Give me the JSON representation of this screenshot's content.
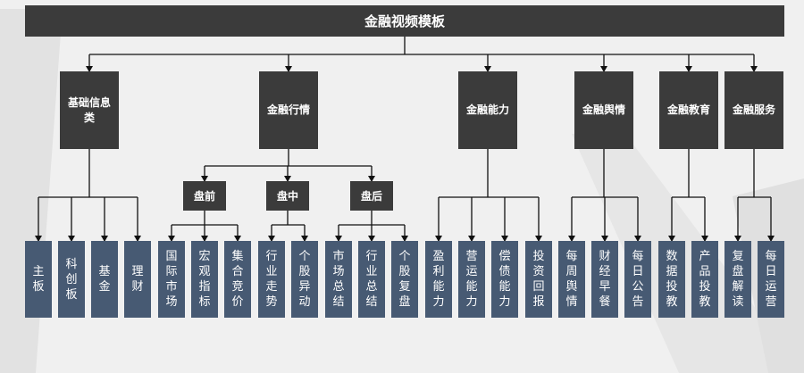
{
  "title": "金融视频模板",
  "colors": {
    "dark_box": "#3b3b3b",
    "leaf_box": "#475a73",
    "line": "#111111",
    "background": "#f0f0f0"
  },
  "categories": [
    {
      "label": "基础信息类",
      "leaves": [
        "主板",
        "科创板",
        "基金",
        "理财"
      ]
    },
    {
      "label": "金融行情",
      "subgroups": [
        {
          "label": "盘前",
          "leaves": [
            "国际市场",
            "宏观指标",
            "集合竞价"
          ]
        },
        {
          "label": "盘中",
          "leaves": [
            "行业走势",
            "个股异动"
          ]
        },
        {
          "label": "盘后",
          "leaves": [
            "市场总结",
            "行业总结",
            "个股复盘"
          ]
        }
      ]
    },
    {
      "label": "金融能力",
      "leaves": [
        "盈利能力",
        "营运能力",
        "偿债能力",
        "投资回报"
      ]
    },
    {
      "label": "金融舆情",
      "leaves": [
        "每周舆情",
        "财经早餐",
        "每日公告"
      ]
    },
    {
      "label": "金融教育",
      "leaves": [
        "数据投教",
        "产品投教"
      ]
    },
    {
      "label": "金融服务",
      "leaves": [
        "复盘解读",
        "每日运营"
      ]
    }
  ]
}
